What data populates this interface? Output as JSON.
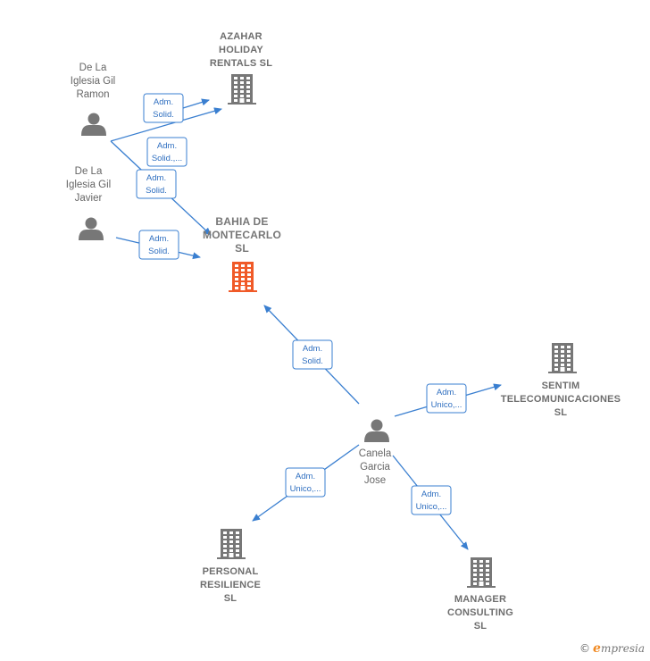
{
  "colors": {
    "edge": "#3a7fd0",
    "person_icon": "#777777",
    "company_icon": "#777777",
    "main_company_icon": "#f05a28",
    "brand_accent": "#f08a24"
  },
  "people": [
    {
      "id": "p_ramon",
      "lines": [
        "De La",
        "Iglesia Gil",
        "Ramon"
      ],
      "icon": "person-icon"
    },
    {
      "id": "p_javier",
      "lines": [
        "De La",
        "Iglesia Gil",
        "Javier"
      ],
      "icon": "person-icon"
    },
    {
      "id": "p_jose",
      "lines": [
        "Canela",
        "Garcia",
        "Jose"
      ],
      "icon": "person-icon"
    }
  ],
  "companies": [
    {
      "id": "c_azahar",
      "lines": [
        "AZAHAR",
        "HOLIDAY",
        "RENTALS  SL"
      ],
      "main": false,
      "icon": "building-icon"
    },
    {
      "id": "c_bahia",
      "lines": [
        "BAHIA DE",
        "MONTECARLO",
        "SL"
      ],
      "main": true,
      "icon": "building-icon"
    },
    {
      "id": "c_sentim",
      "lines": [
        "SENTIM",
        "TELECOMUNICACIONES",
        "SL"
      ],
      "main": false,
      "icon": "building-icon"
    },
    {
      "id": "c_personal",
      "lines": [
        "PERSONAL",
        "RESILIENCE",
        "SL"
      ],
      "main": false,
      "icon": "building-icon"
    },
    {
      "id": "c_manager",
      "lines": [
        "MANAGER",
        "CONSULTING",
        "SL"
      ],
      "main": false,
      "icon": "building-icon"
    }
  ],
  "edges": [
    {
      "id": "e1",
      "from": "p_ramon",
      "to": "c_azahar",
      "label": [
        "Adm.",
        "Solid."
      ]
    },
    {
      "id": "e2",
      "from": "p_javier",
      "to": "c_azahar",
      "label": [
        "Adm.",
        "Solid.,..."
      ]
    },
    {
      "id": "e3",
      "from": "p_ramon",
      "to": "c_bahia",
      "label": [
        "Adm.",
        "Solid."
      ]
    },
    {
      "id": "e4",
      "from": "p_javier",
      "to": "c_bahia",
      "label": [
        "Adm.",
        "Solid."
      ]
    },
    {
      "id": "e5",
      "from": "p_jose",
      "to": "c_bahia",
      "label": [
        "Adm.",
        "Solid."
      ]
    },
    {
      "id": "e6",
      "from": "p_jose",
      "to": "c_sentim",
      "label": [
        "Adm.",
        "Unico,..."
      ]
    },
    {
      "id": "e7",
      "from": "p_jose",
      "to": "c_personal",
      "label": [
        "Adm.",
        "Unico,..."
      ]
    },
    {
      "id": "e8",
      "from": "p_jose",
      "to": "c_manager",
      "label": [
        "Adm.",
        "Unico,..."
      ]
    }
  ],
  "watermark": {
    "copyright": "©",
    "brand_initial": "e",
    "brand_rest": "mpresia"
  }
}
